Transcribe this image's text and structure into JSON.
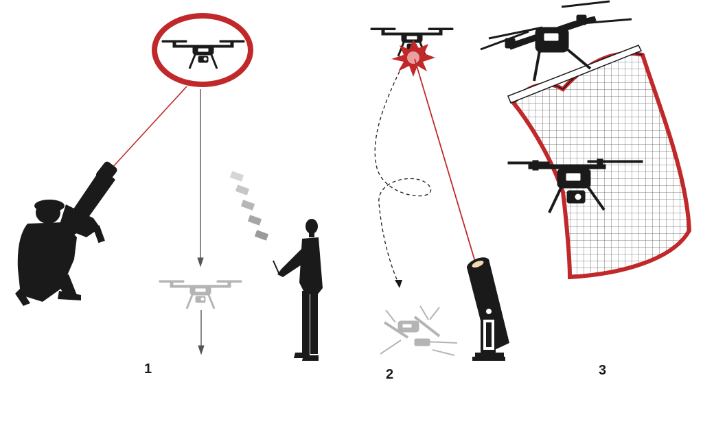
{
  "steps": [
    {
      "number": "1",
      "method": "jammer-gun"
    },
    {
      "number": "2",
      "method": "ground-laser"
    },
    {
      "number": "3",
      "method": "net-capture-drone"
    }
  ],
  "colors": {
    "silhouette": "#1a1a1a",
    "accent_red": "#c0282a",
    "faded_gray": "#b4b4b4",
    "net_line": "#555555"
  },
  "icons": [
    "drone-icon",
    "jammer-gun-icon",
    "operator-person-icon",
    "laser-cannon-icon",
    "net-icon",
    "explosion-icon"
  ]
}
